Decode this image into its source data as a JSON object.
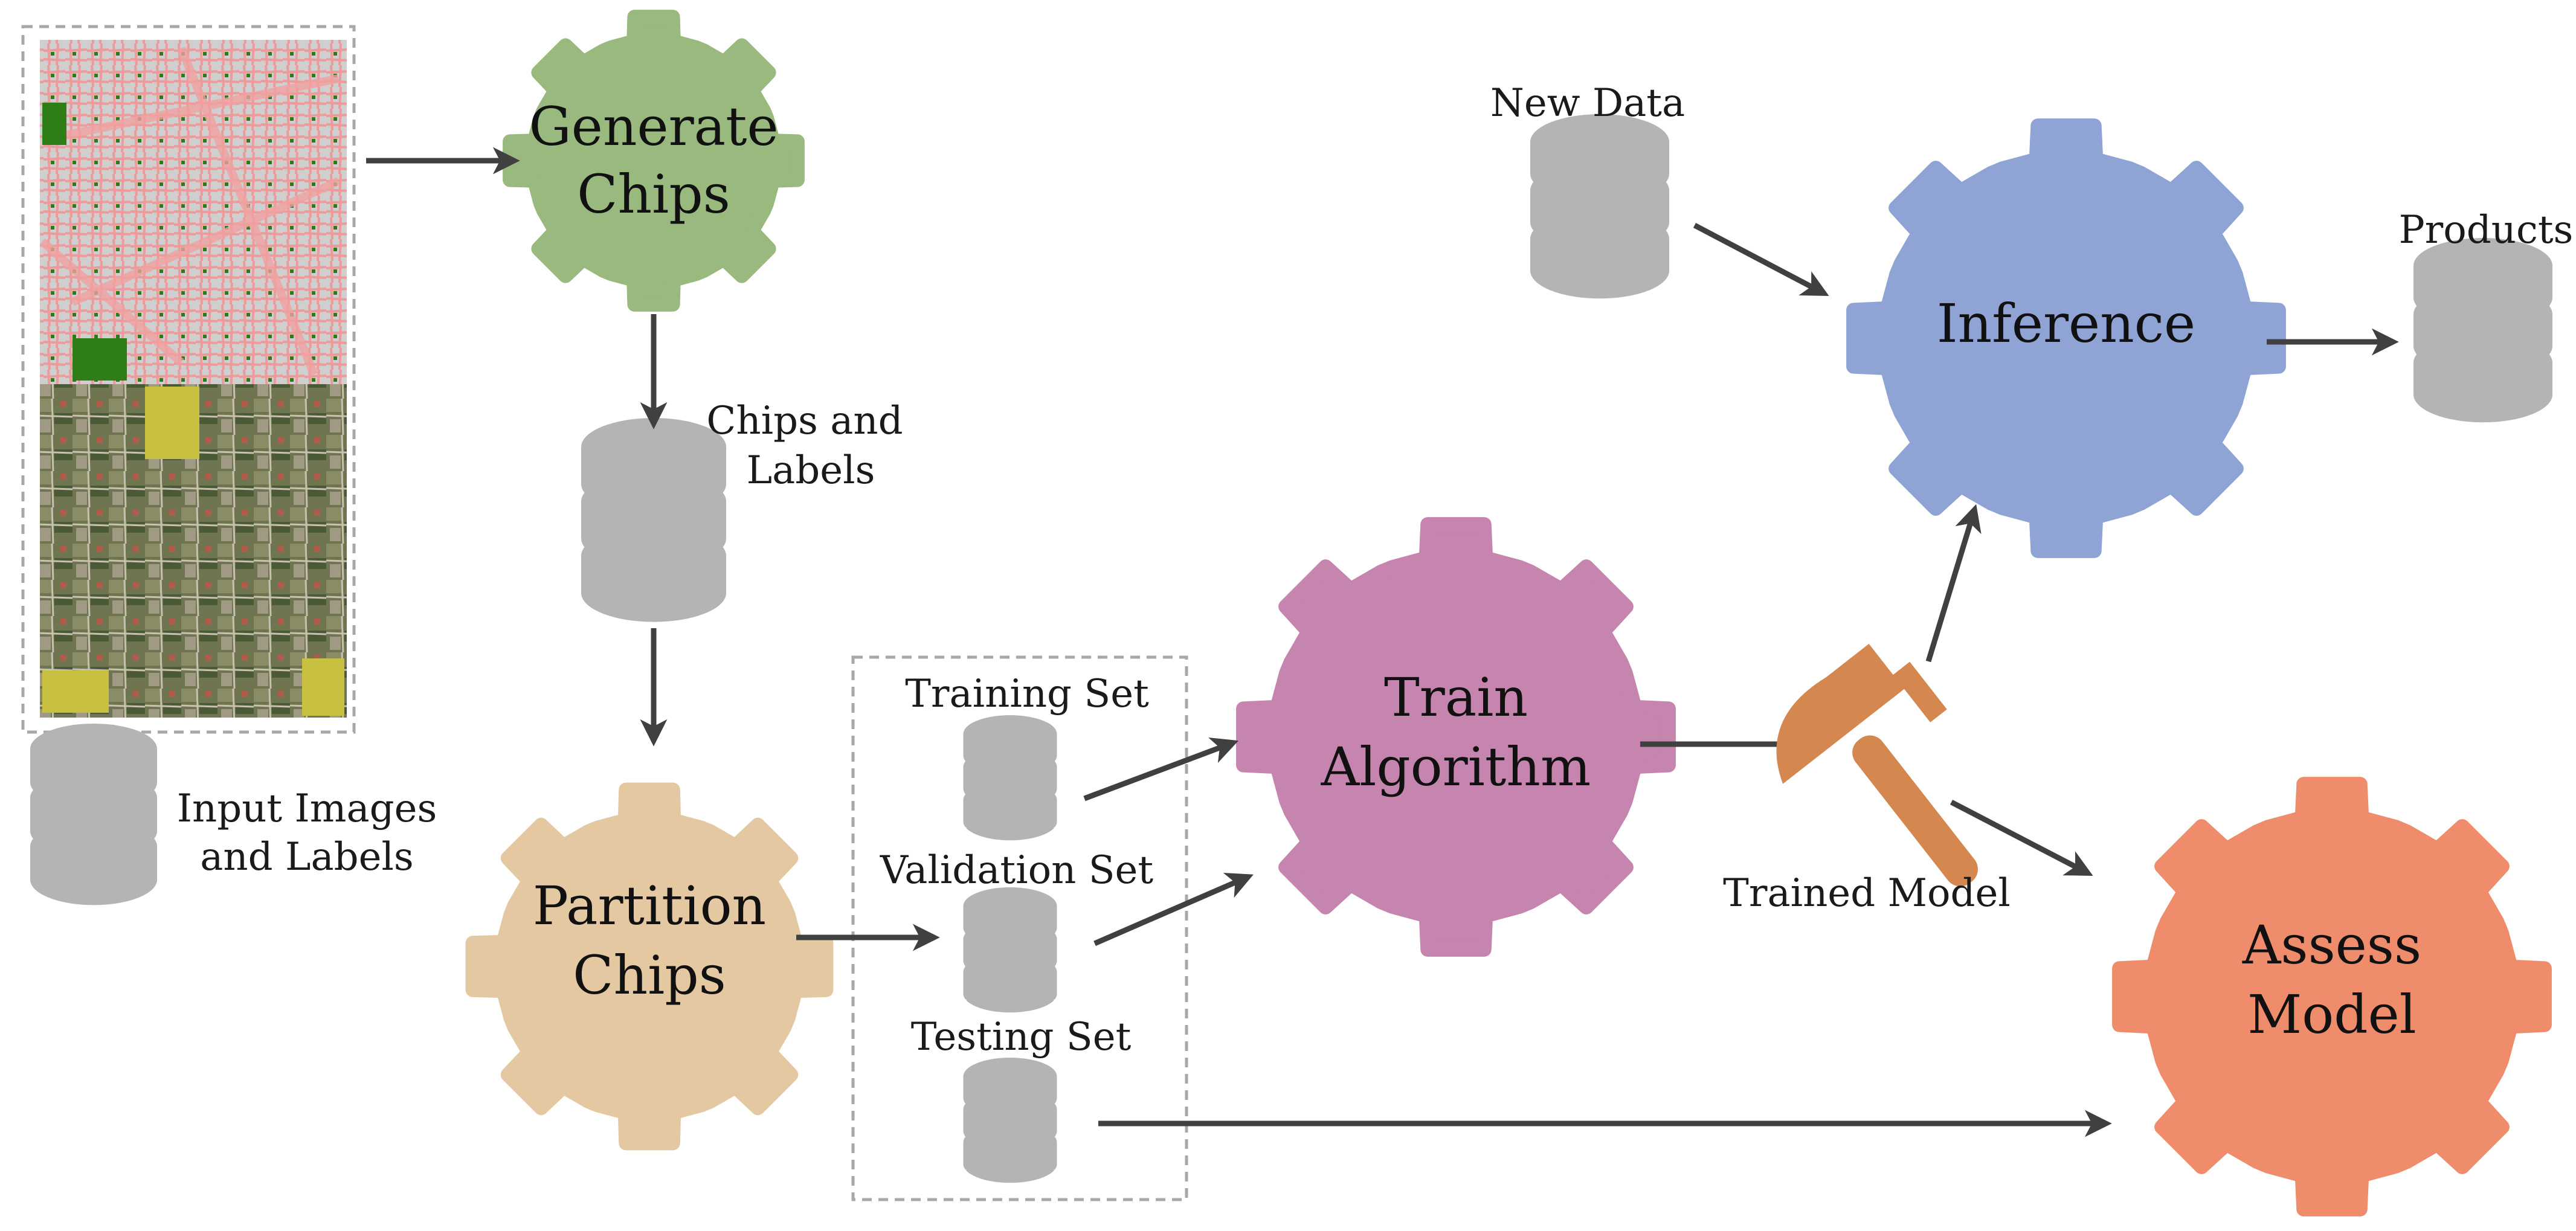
{
  "gears": {
    "generate": {
      "line1": "Generate",
      "line2": "Chips"
    },
    "partition": {
      "line1": "Partition",
      "line2": "Chips"
    },
    "train": {
      "line1": "Train",
      "line2": "Algorithm"
    },
    "inference": {
      "line1": "Inference"
    },
    "assess": {
      "line1": "Assess",
      "line2": "Model"
    }
  },
  "labels": {
    "input_images": {
      "line1": "Input Images",
      "line2": "and Labels"
    },
    "chips_labels": {
      "line1": "Chips and",
      "line2": "Labels"
    },
    "training_set": "Training Set",
    "validation_set": "Validation Set",
    "testing_set": "Testing Set",
    "new_data": "New Data",
    "products": "Products",
    "trained_model": "Trained Model"
  },
  "colors": {
    "generate": "#99b97e",
    "partition": "#e4c8a2",
    "train": "#c585ae",
    "inference": "#8fa4d4",
    "assess": "#ef8c6c",
    "database": "#b4b4b4",
    "arrow": "#404040",
    "hammer": "#d4874e"
  },
  "icons": {
    "database": "database-icon",
    "hammer": "hammer-icon",
    "gear": "gear-icon"
  }
}
